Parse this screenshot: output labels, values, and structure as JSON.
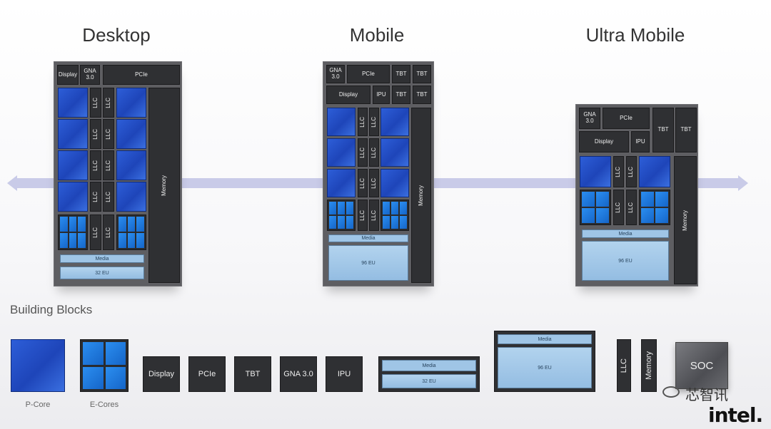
{
  "titles": {
    "desktop": "Desktop",
    "mobile": "Mobile",
    "ultra_mobile": "Ultra Mobile"
  },
  "blocks": {
    "display": "Display",
    "gna": "GNA\n3.0",
    "gna_inline": "GNA 3.0",
    "pcie": "PCIe",
    "tbt": "TBT",
    "ipu": "IPU",
    "llc": "LLC",
    "media": "Media",
    "memory": "Memory",
    "eu32": "32 EU",
    "eu96": "96 EU",
    "soc": "SOC"
  },
  "building_blocks": {
    "heading": "Building Blocks",
    "p_core": "P-Core",
    "e_cores": "E-Cores"
  },
  "watermark": "芯智讯",
  "brand": "intel."
}
